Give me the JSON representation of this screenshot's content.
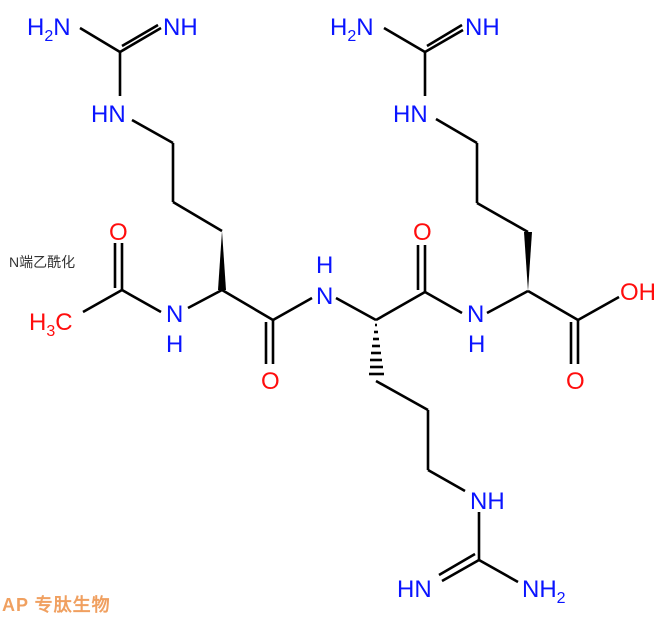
{
  "annotation": {
    "label": "N端乙酰化"
  },
  "watermark": {
    "text": "AP 专肽生物"
  },
  "colors": {
    "nitrogen": "#0a14ff",
    "oxygen": "#ff0d0d",
    "bond": "#000000",
    "watermark": "#f0a060"
  },
  "atoms": {
    "r1_guan_nh2": {
      "main": "H",
      "sub": "2",
      "tail": "N"
    },
    "r1_guan_nh": "NH",
    "r1_guan_hn": "HN",
    "r3_guan_nh2": {
      "main": "H",
      "sub": "2",
      "tail": "N"
    },
    "r3_guan_nh": "NH",
    "r3_guan_hn": "HN",
    "r2_guan_nh": "NH",
    "r2_guan_hn": "HN",
    "r2_guan_nh2": {
      "main": "NH",
      "sub": "2"
    },
    "acetyl_o": "O",
    "methyl": {
      "main": "H",
      "sub": "3",
      "tail": "C"
    },
    "amide1_n": "N",
    "amide1_h": "H",
    "amide2_h": "H",
    "amide2_n": "N",
    "amide3_n": "N",
    "amide3_h": "H",
    "carbonyl1_o": "O",
    "carbonyl2_o": "O",
    "acid_oh": "OH",
    "acid_o": "O"
  }
}
